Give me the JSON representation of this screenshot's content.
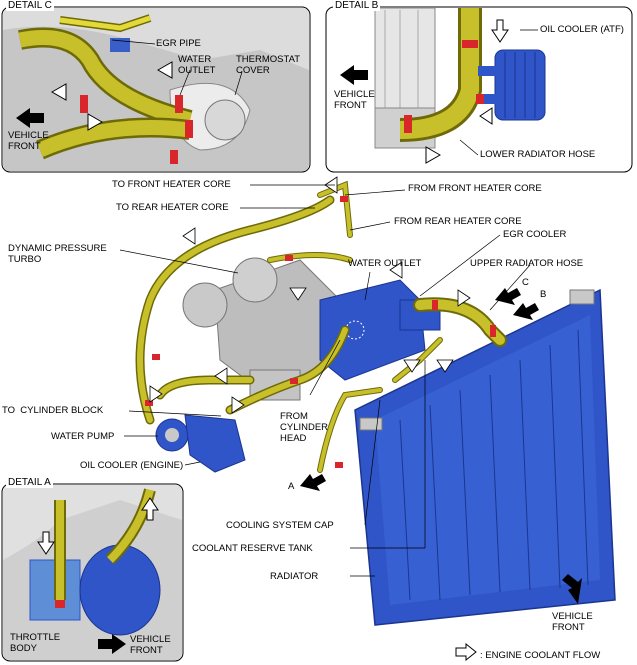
{
  "details": {
    "c": {
      "title": "DETAIL C",
      "egr_pipe": "EGR PIPE",
      "water_outlet": "WATER\nOUTLET",
      "thermostat_cover": "THERMOSTAT\nCOVER",
      "vehicle_front": "VEHICLE\nFRONT"
    },
    "b": {
      "title": "DETAIL B",
      "oil_cooler_atf": "OIL COOLER (ATF)",
      "vehicle_front": "VEHICLE\nFRONT",
      "lower_radiator_hose": "LOWER RADIATOR HOSE"
    },
    "a": {
      "title": "DETAIL A",
      "throttle_body": "THROTTLE\nBODY",
      "vehicle_front": "VEHICLE\nFRONT"
    }
  },
  "main": {
    "to_front_heater_core": "TO FRONT HEATER CORE",
    "from_front_heater_core": "FROM FRONT HEATER CORE",
    "to_rear_heater_core": "TO REAR HEATER CORE",
    "from_rear_heater_core": "FROM REAR HEATER CORE",
    "dynamic_pressure_turbo": "DYNAMIC PRESSURE\nTURBO",
    "egr_cooler": "EGR COOLER",
    "water_outlet": "WATER OUTLET",
    "upper_radiator_hose": "UPPER RADIATOR HOSE",
    "marker_c": "C",
    "marker_b": "B",
    "marker_a": "A",
    "to_cylinder_block": "TO  CYLINDER BLOCK",
    "from_cylinder_head": "FROM\nCYLINDER\nHEAD",
    "water_pump": "WATER PUMP",
    "oil_cooler_engine": "OIL COOLER (ENGINE)",
    "cooling_system_cap": "COOLING SYSTEM CAP",
    "coolant_reserve_tank": "COOLANT RESERVE TANK",
    "radiator": "RADIATOR",
    "vehicle_front": "VEHICLE\nFRONT"
  },
  "legend": {
    "engine_coolant_flow": ": ENGINE COOLANT FLOW"
  },
  "colors": {
    "hose": "#b9b21a",
    "hose_dark": "#6f6a08",
    "part_blue": "#2f55c8",
    "part_blue_dark": "#1b3590",
    "clamp_red": "#d8262b",
    "engine_gray": "#b8b8b8"
  }
}
